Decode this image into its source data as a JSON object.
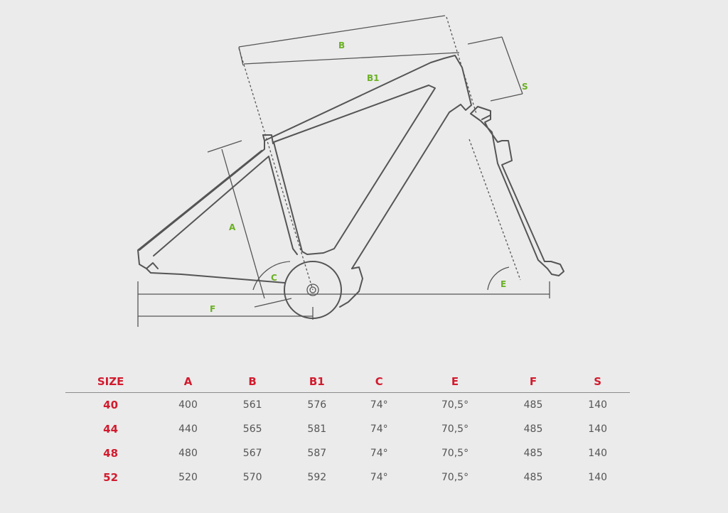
{
  "diagram": {
    "labels": {
      "B": "B",
      "B1": "B1",
      "S": "S",
      "A": "A",
      "C": "C",
      "E": "E",
      "F": "F"
    }
  },
  "table": {
    "headers": [
      "SIZE",
      "A",
      "B",
      "B1",
      "C",
      "E",
      "F",
      "S"
    ],
    "rows": [
      [
        "40",
        "400",
        "561",
        "576",
        "74°",
        "70,5°",
        "485",
        "140"
      ],
      [
        "44",
        "440",
        "565",
        "581",
        "74°",
        "70,5°",
        "485",
        "140"
      ],
      [
        "48",
        "480",
        "567",
        "587",
        "74°",
        "70,5°",
        "485",
        "140"
      ],
      [
        "52",
        "520",
        "570",
        "592",
        "74°",
        "70,5°",
        "485",
        "140"
      ]
    ]
  },
  "colors": {
    "accent": "#d11b2e",
    "dimension": "#6ab023",
    "line": "#555555",
    "background": "#ebebeb"
  }
}
